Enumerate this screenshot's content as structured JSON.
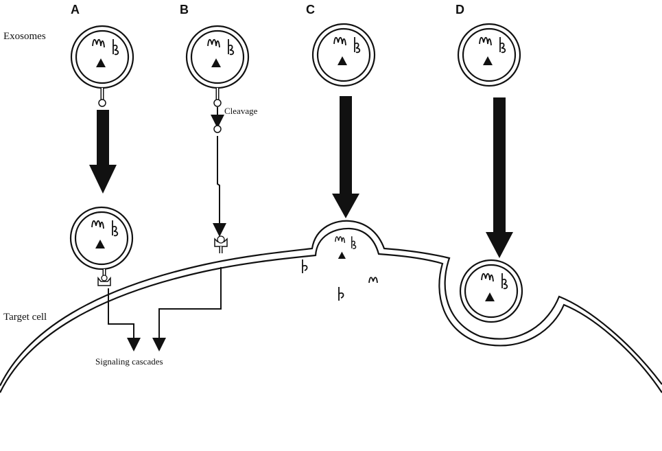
{
  "panels": [
    "A",
    "B",
    "C",
    "D"
  ],
  "labels": {
    "exosomes": "Exosomes",
    "target_cell": "Target cell",
    "cleavage": "Cleavage",
    "signaling": "Signaling cascades"
  },
  "colors": {
    "line": "#111111",
    "background": "#ffffff"
  },
  "icons": [
    "rna-squiggle-icon",
    "protein-coil-icon",
    "triangle-cargo-icon",
    "receptor-icon",
    "ligand-icon"
  ]
}
